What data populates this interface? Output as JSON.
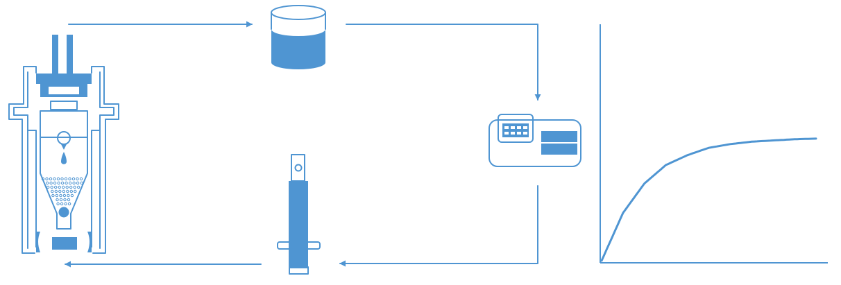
{
  "colors": {
    "primary": "#4f95d2",
    "background": "#ffffff"
  },
  "icons": {
    "apparatus": "dissolution-cell-icon",
    "beaker": "beaker-icon",
    "analyzer": "analyzer-instrument-icon",
    "pump": "syringe-pump-icon",
    "graph": "release-curve-icon"
  },
  "flow": [
    "apparatus",
    "beaker",
    "analyzer",
    "pump",
    "apparatus"
  ],
  "chart_data": {
    "type": "line",
    "title": "",
    "xlabel": "",
    "ylabel": "",
    "shape": "saturation curve rising steeply then leveling off",
    "x": [
      0,
      1,
      2,
      3,
      4,
      5,
      6,
      7,
      8,
      9,
      10
    ],
    "series": [
      {
        "values": [
          0,
          0.39,
          0.63,
          0.78,
          0.86,
          0.92,
          0.95,
          0.97,
          0.98,
          0.99,
          0.995
        ]
      }
    ],
    "grid": false,
    "ticks": false
  }
}
